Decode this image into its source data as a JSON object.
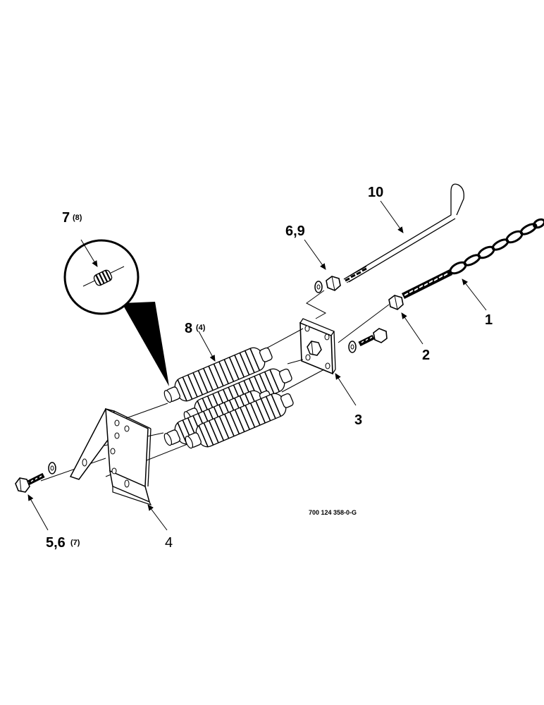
{
  "callouts": {
    "c7": {
      "label": "7",
      "qty": "(8)"
    },
    "c8": {
      "label": "8",
      "qty": "(4)"
    },
    "c10": {
      "label": "10",
      "qty": ""
    },
    "c69": {
      "label": "6,9",
      "qty": ""
    },
    "c1": {
      "label": "1",
      "qty": ""
    },
    "c2": {
      "label": "2",
      "qty": ""
    },
    "c3": {
      "label": "3",
      "qty": ""
    },
    "c4": {
      "label": "4",
      "qty": ""
    },
    "c56": {
      "label": "5,6",
      "qty": "(7)"
    }
  },
  "figure_code": "700 124 358-0-G"
}
